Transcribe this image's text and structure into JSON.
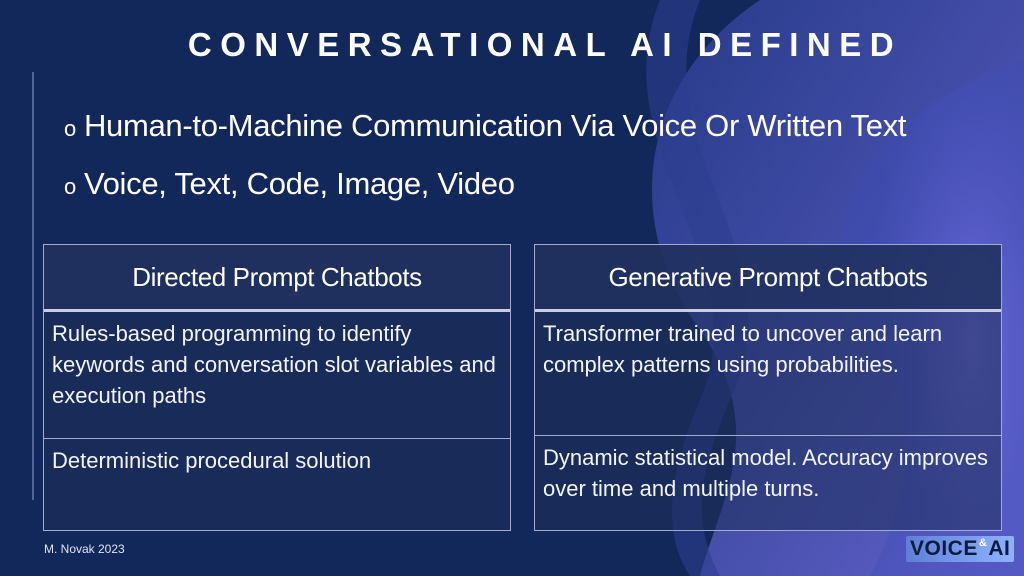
{
  "title": "CONVERSATIONAL AI DEFINED",
  "bullets": [
    {
      "marker": "o",
      "text": "Human-to-Machine Communication Via Voice Or Written Text"
    },
    {
      "marker": "o",
      "text": "Voice, Text, Code, Image, Video"
    }
  ],
  "columns": {
    "left": {
      "heading": "Directed Prompt Chatbots",
      "rows": [
        "Rules-based programming to identify keywords and conversation slot variables and execution paths",
        "Deterministic procedural solution"
      ]
    },
    "right": {
      "heading": "Generative Prompt Chatbots",
      "rows": [
        "Transformer trained to uncover and learn complex patterns using probabilities.",
        "Dynamic statistical model.  Accuracy improves  over time and multiple turns."
      ]
    }
  },
  "footer": "M. Novak  2023",
  "logo": {
    "left": "VOICE",
    "amp": "&",
    "right": "AI"
  },
  "colors": {
    "background": "#13285a",
    "accent": "#5b63d6",
    "border": "#a3acd0"
  }
}
